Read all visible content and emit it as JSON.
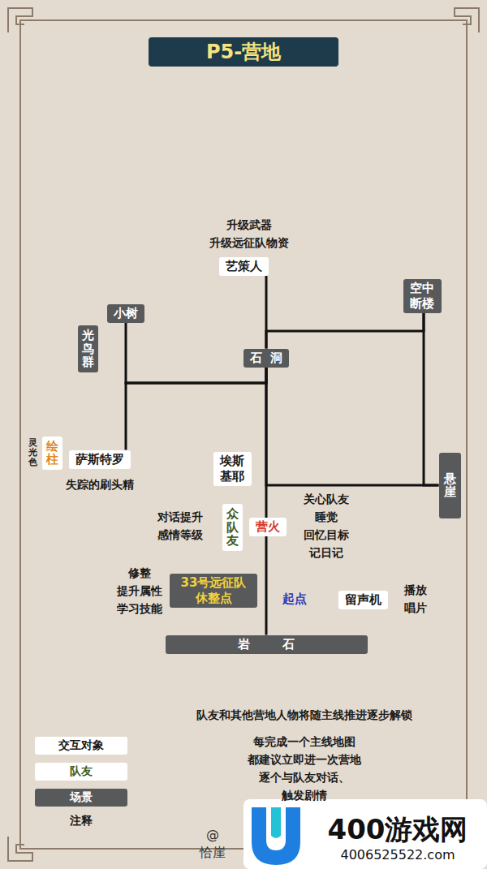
{
  "diagram": {
    "title": "P5-营地",
    "nodes": [
      {
        "text": [
          "艺策人"
        ]
      },
      {
        "text": [
          "空中断楼"
        ]
      },
      {
        "text": [
          "小树"
        ]
      },
      {
        "text": [
          "光鸟群"
        ]
      },
      {
        "text": [
          "石洞"
        ]
      },
      {
        "text": [
          "绘柱"
        ]
      },
      {
        "text": [
          "萨斯特罗"
        ]
      },
      {
        "text": [
          "悬崖"
        ]
      },
      {
        "text": [
          "埃斯基耶"
        ]
      },
      {
        "text": [
          "众队友"
        ]
      },
      {
        "text": [
          "营火"
        ]
      },
      {
        "text": [
          "33号远征队休整点"
        ]
      },
      {
        "text": [
          "留声机"
        ]
      },
      {
        "text": [
          "岩石"
        ]
      }
    ],
    "edges": [
      {
        "from": 13,
        "to": 4,
        "arrow": "none"
      },
      {
        "from": 4,
        "to": 0,
        "arrow": "none"
      },
      {
        "from": 4,
        "to": 2,
        "arrow": "none"
      },
      {
        "from": 4,
        "to": 6,
        "arrow": "none"
      },
      {
        "from": 4,
        "to": 1,
        "arrow": "none"
      },
      {
        "from": 4,
        "to": 7,
        "arrow": "none"
      },
      {
        "from": 1,
        "to": 7,
        "arrow": "none"
      }
    ],
    "labels": [
      "升级武器 升级远征队物资",
      "灵光色",
      "失踪的刷头精",
      "对话提升 感情等级",
      "关心队友 睡觉 回忆目标 记日记",
      "修整 提升属性 学习技能",
      "起点",
      "播放 唱片",
      "队友和其他营地人物将随主线推进逐步解锁",
      "每完成一个主线地图 都建议立即进一次营地 逐个与队友对话、触发剧情",
      "@恰崖",
      "400游戏网",
      "4006525522.com"
    ],
    "legend": [
      {
        "text": "交互对象",
        "color": "#ffffff"
      },
      {
        "text": "队友",
        "color": "#ffffff"
      },
      {
        "text": "场景",
        "color": "#58595b"
      },
      {
        "text": "注释"
      }
    ]
  }
}
